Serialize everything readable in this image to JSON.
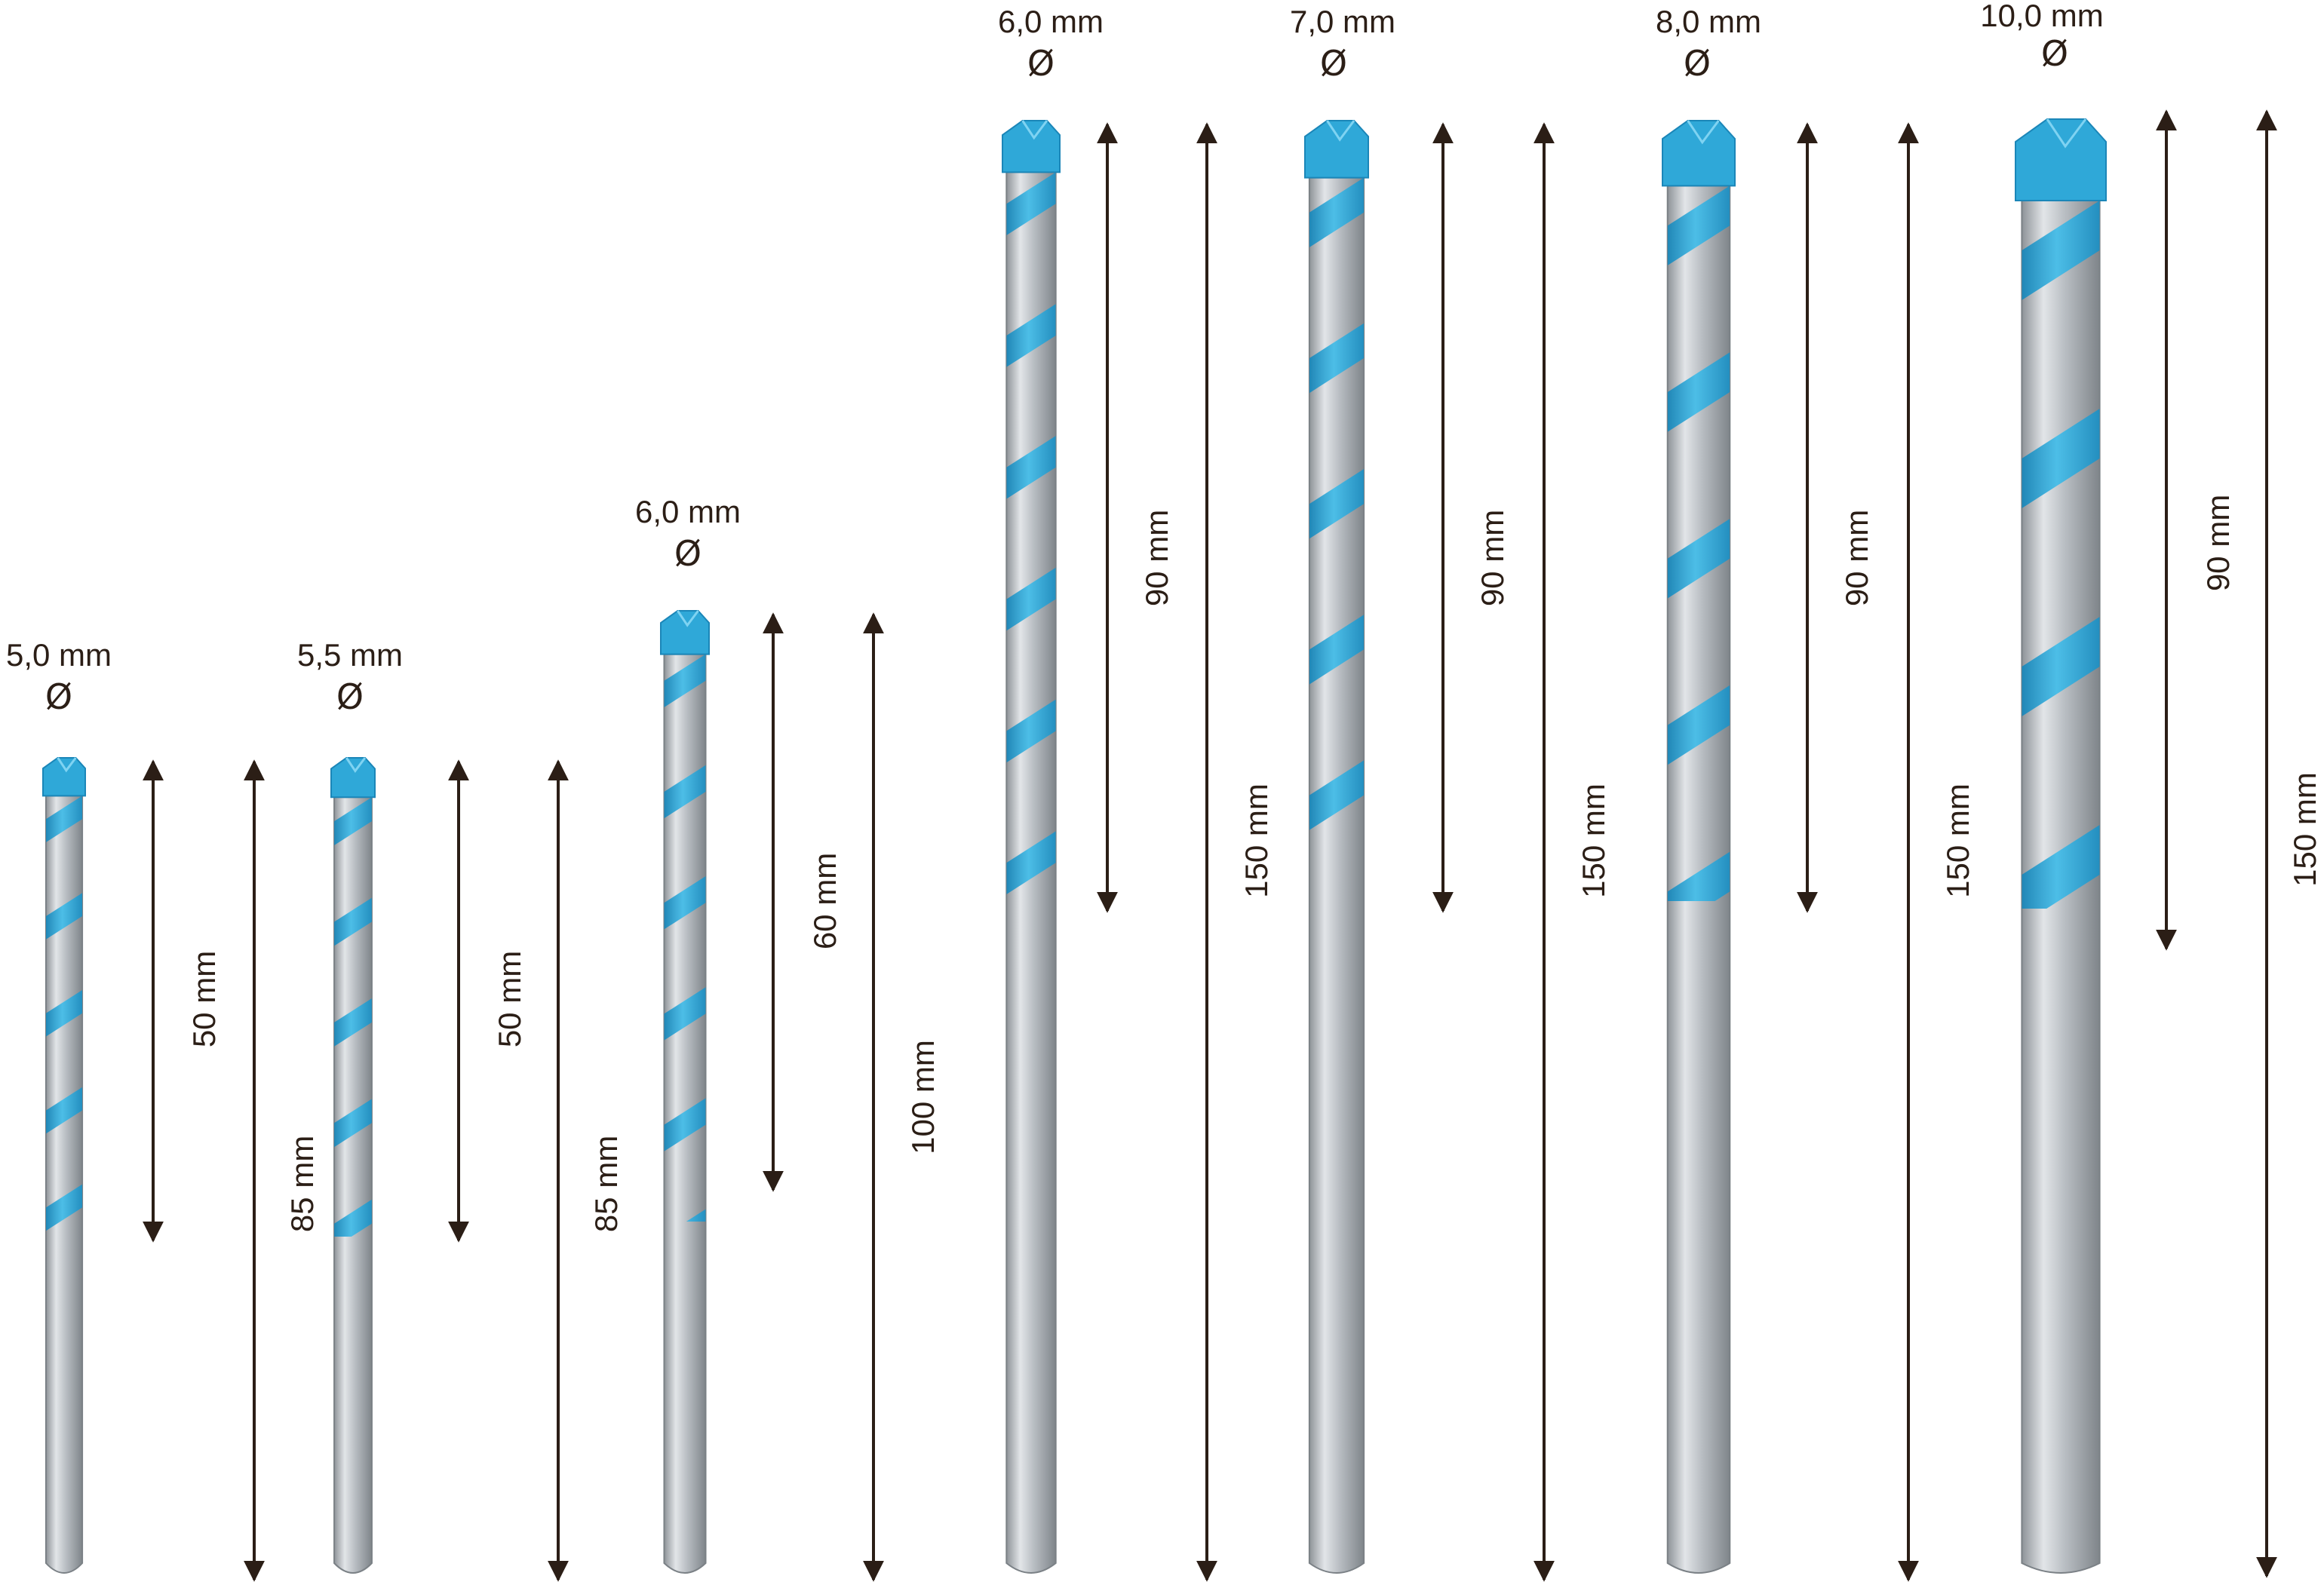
{
  "colors": {
    "accent": "#2fa8d8",
    "accent_dark": "#1b86b8",
    "shank": "#c6cace",
    "shank_dark": "#8e9398",
    "arrow": "#2b1e16",
    "text": "#2b1e16"
  },
  "diameter_symbol": "Ø",
  "bits": [
    {
      "diameter": "5,0 mm",
      "flute": "50 mm",
      "total": "85 mm"
    },
    {
      "diameter": "5,5 mm",
      "flute": "50 mm",
      "total": "85 mm"
    },
    {
      "diameter": "6,0 mm",
      "flute": "60 mm",
      "total": "100 mm"
    },
    {
      "diameter": "6,0 mm",
      "flute": "90 mm",
      "total": "150 mm"
    },
    {
      "diameter": "7,0 mm",
      "flute": "90 mm",
      "total": "150 mm"
    },
    {
      "diameter": "8,0 mm",
      "flute": "90 mm",
      "total": "150 mm"
    },
    {
      "diameter": "10,0 mm",
      "flute": "90 mm",
      "total": "150 mm"
    }
  ]
}
